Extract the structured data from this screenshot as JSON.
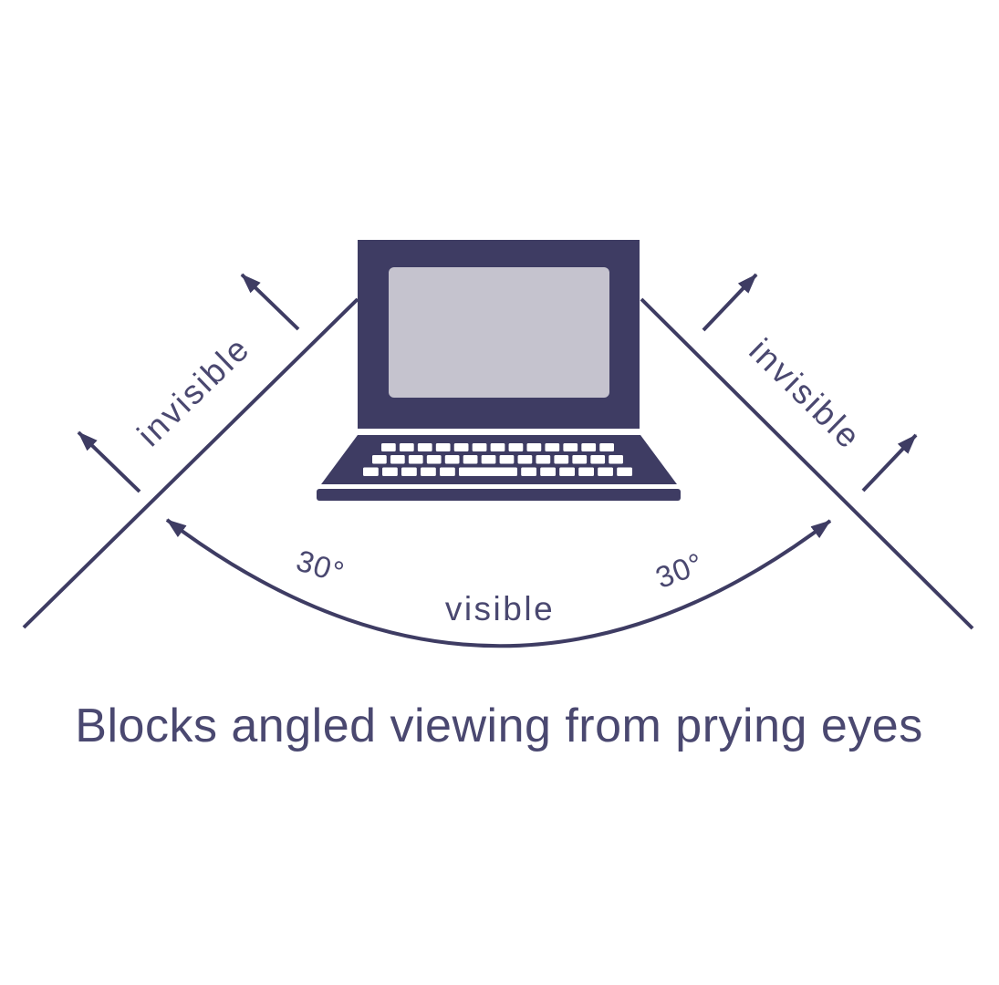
{
  "colors": {
    "ink": "#3e3c63",
    "text": "#4a4870",
    "screen_fill": "#c5c3ce",
    "key_fill": "#ffffff",
    "background": "#ffffff"
  },
  "labels": {
    "invisible_left": "invisible",
    "invisible_right": "invisible",
    "angle_left": "30°",
    "angle_right": "30°",
    "visible": "visible"
  },
  "angles": {
    "left_degrees": 30,
    "right_degrees": 30
  },
  "caption": {
    "text": "Blocks angled viewing from prying eyes"
  }
}
